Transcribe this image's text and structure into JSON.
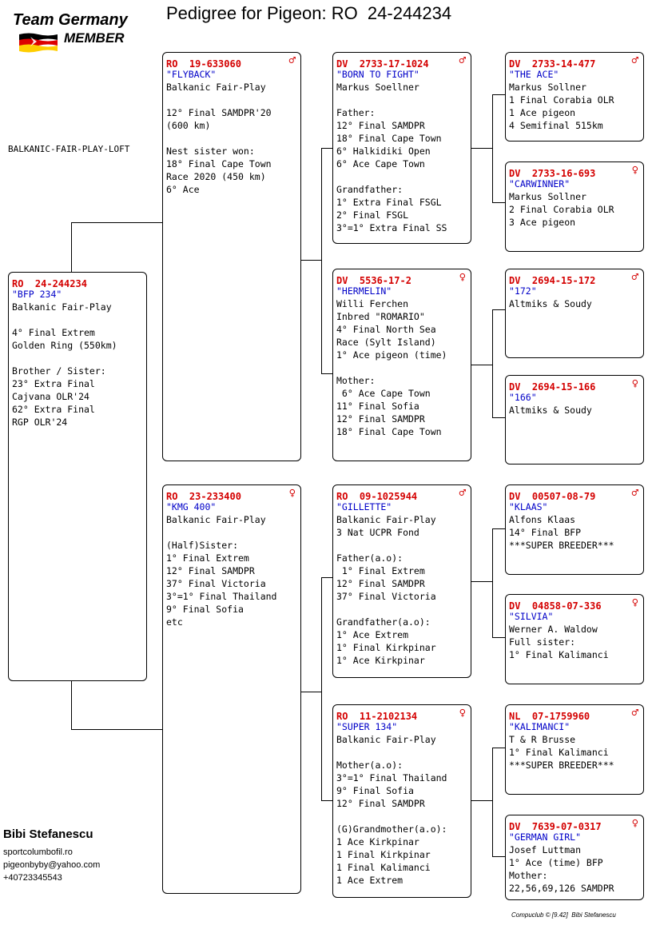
{
  "header": {
    "logo_line1": "Team Germany",
    "logo_line2": "MEMBER",
    "title": "Pedigree for Pigeon: RO  24-244234"
  },
  "loft": "BALKANIC-FAIR-PLAY-LOFT",
  "pigeons": {
    "subject": {
      "ring": "RO  24-244234",
      "sex": "",
      "name": "\"BFP 234\"",
      "lines": [
        "Balkanic Fair-Play",
        "",
        "4° Final Extrem",
        "Golden Ring (550km)",
        "",
        "Brother / Sister:",
        "23° Extra Final",
        "Cajvana OLR'24",
        "62° Extra Final",
        "RGP OLR'24"
      ]
    },
    "sire": {
      "ring": "RO  19-633060",
      "sex": "♂",
      "name": "\"FLYBACK\"",
      "lines": [
        "Balkanic Fair-Play",
        "",
        "12° Final SAMDPR'20",
        "(600 km)",
        "",
        "Nest sister won:",
        "18° Final Cape Town",
        "Race 2020 (450 km)",
        "6° Ace"
      ]
    },
    "dam": {
      "ring": "RO  23-233400",
      "sex": "♀",
      "name": "\"KMG 400\"",
      "lines": [
        "Balkanic Fair-Play",
        "",
        "(Half)Sister:",
        "1° Final Extrem",
        "12° Final SAMDPR",
        "37° Final Victoria",
        "3°=1° Final Thailand",
        "9° Final Sofia",
        "etc"
      ]
    },
    "ss": {
      "ring": "DV  2733-17-1024",
      "sex": "♂",
      "name": "\"BORN TO FIGHT\"",
      "lines": [
        "Markus Soellner",
        "",
        "Father:",
        "12° Final SAMDPR",
        "18° Final Cape Town",
        "6° Halkidiki Open",
        "6° Ace Cape Town",
        "",
        "Grandfather:",
        "1° Extra Final FSGL",
        "2° Final FSGL",
        "3°=1° Extra Final SS"
      ]
    },
    "sd": {
      "ring": "DV  5536-17-2",
      "sex": "♀",
      "name": "\"HERMELIN\"",
      "lines": [
        "Willi Ferchen",
        "Inbred \"ROMARIO\"",
        "4° Final North Sea",
        "Race (Sylt Island)",
        "1° Ace pigeon (time)",
        "",
        "Mother:",
        " 6° Ace Cape Town",
        "11° Final Sofia",
        "12° Final SAMDPR",
        "18° Final Cape Town"
      ]
    },
    "ds": {
      "ring": "RO  09-1025944",
      "sex": "♂",
      "name": "\"GILLETTE\"",
      "lines": [
        "Balkanic Fair-Play",
        "3 Nat UCPR Fond",
        "",
        "Father(a.o):",
        " 1° Final Extrem",
        "12° Final SAMDPR",
        "37° Final Victoria",
        "",
        "Grandfather(a.o):",
        "1° Ace Extrem",
        "1° Final Kirkpinar",
        "1° Ace Kirkpinar"
      ]
    },
    "dd": {
      "ring": "RO  11-2102134",
      "sex": "♀",
      "name": "\"SUPER 134\"",
      "lines": [
        "Balkanic Fair-Play",
        "",
        "Mother(a.o):",
        "3°=1° Final Thailand",
        "9° Final Sofia",
        "12° Final SAMDPR",
        "",
        "(G)Grandmother(a.o):",
        "1 Ace Kirkpinar",
        "1 Final Kirkpinar",
        "1 Final Kalimanci",
        "1 Ace Extrem"
      ]
    },
    "sss": {
      "ring": "DV  2733-14-477",
      "sex": "♂",
      "name": "\"THE ACE\"",
      "lines": [
        "Markus Sollner",
        "1 Final Corabia OLR",
        "1 Ace pigeon",
        "4 Semifinal 515km"
      ]
    },
    "ssd": {
      "ring": "DV  2733-16-693",
      "sex": "♀",
      "name": "\"CARWINNER\"",
      "lines": [
        "Markus Sollner",
        "2 Final Corabia OLR",
        "3 Ace pigeon"
      ]
    },
    "sds": {
      "ring": "DV  2694-15-172",
      "sex": "♂",
      "name": "\"172\"",
      "lines": [
        "Altmiks & Soudy"
      ]
    },
    "sdd": {
      "ring": "DV  2694-15-166",
      "sex": "♀",
      "name": "\"166\"",
      "lines": [
        "Altmiks & Soudy"
      ]
    },
    "dss": {
      "ring": "DV  00507-08-79",
      "sex": "♂",
      "name": "\"KLAAS\"",
      "lines": [
        "Alfons Klaas",
        "14° Final BFP",
        "***SUPER BREEDER***"
      ]
    },
    "dsd": {
      "ring": "DV  04858-07-336",
      "sex": "♀",
      "name": "\"SILVIA\"",
      "lines": [
        "Werner A. Waldow",
        "Full sister:",
        "1° Final Kalimanci"
      ]
    },
    "dds": {
      "ring": "NL  07-1759960",
      "sex": "♂",
      "name": "\"KALIMANCI\"",
      "lines": [
        "T & R Brusse",
        "1° Final Kalimanci",
        "***SUPER BREEDER***"
      ]
    },
    "ddd": {
      "ring": "DV  7639-07-0317",
      "sex": "♀",
      "name": "\"GERMAN GIRL\"",
      "lines": [
        "Josef Luttman",
        "1° Ace (time) BFP",
        "Mother:",
        "22,56,69,126 SAMDPR"
      ]
    }
  },
  "owner": {
    "name": "Bibi Stefanescu",
    "website": "sportcolumbofil.ro",
    "email": "pigeonbyby@yahoo.com",
    "phone": "+40723345543"
  },
  "footer": "Compuclub © [9.42]  Bibi Stefanescu"
}
